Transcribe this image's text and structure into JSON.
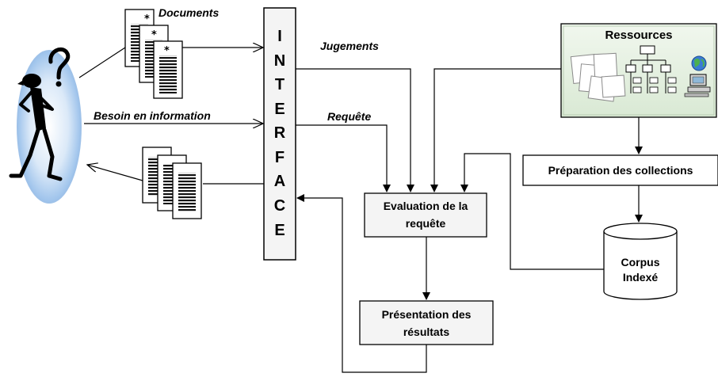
{
  "labels": {
    "documents": "Documents",
    "jugements": "Jugements",
    "besoin": "Besoin en information",
    "requete": "Requête"
  },
  "interface": {
    "letters": [
      "I",
      "N",
      "T",
      "E",
      "R",
      "F",
      "A",
      "C",
      "E"
    ]
  },
  "boxes": {
    "ressources": "Ressources",
    "preparation": "Préparation des collections",
    "evaluation_line1": "Evaluation de la",
    "evaluation_line2": "requête",
    "corpus_line1": "Corpus",
    "corpus_line2": "Indexé",
    "presentation_line1": "Présentation des",
    "presentation_line2": "résultats"
  },
  "icons": {
    "user": "thinking-person-icon",
    "documents_in": "document-stack-icon",
    "documents_out": "document-stack-icon",
    "resources": "resources-illustration-icon"
  },
  "colors": {
    "resources_bg": "#e4efe0",
    "interface_bg": "#f4f4f4",
    "halo": "#9dc3ee"
  }
}
